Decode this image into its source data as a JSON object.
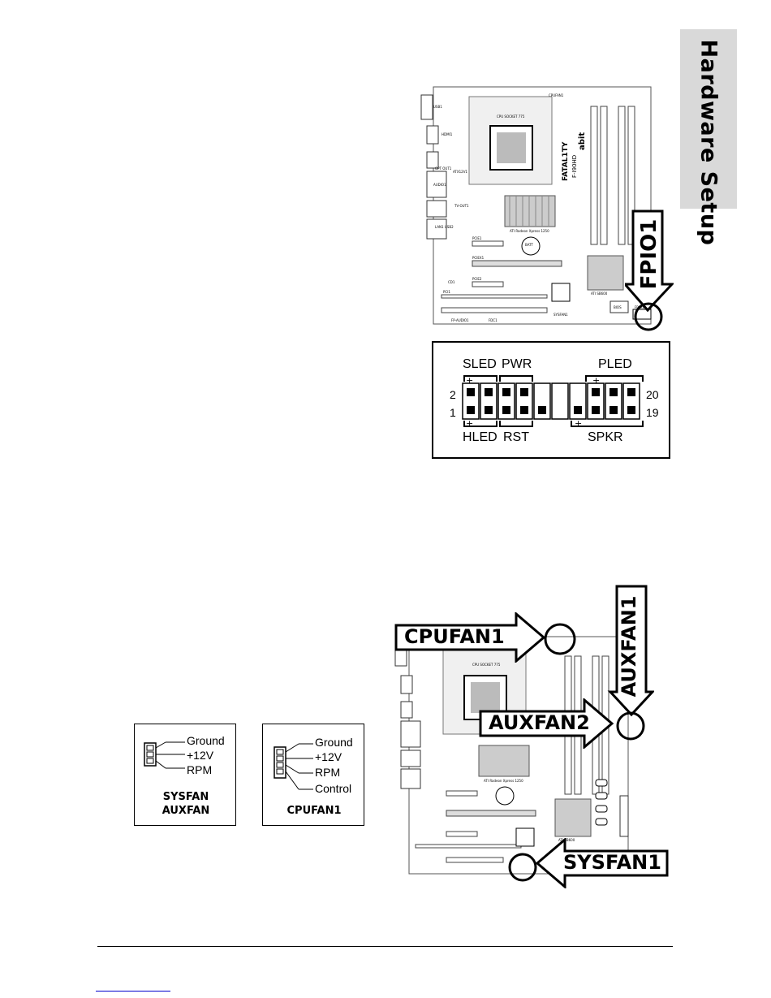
{
  "side_tab": {
    "label": "Hardware Setup"
  },
  "board_top": {
    "cpu_socket": "CPU SOCKET 775",
    "chipset": "ATI Radeon Xpress 1250",
    "southbridge": "ATI SB600",
    "battery": "BATT",
    "brand_vertical": "FATAL1TY",
    "model_vertical": "F-I90HD",
    "logo": "abit",
    "labels": [
      "USB1",
      "HDMI1",
      "OPT OUT1",
      "ATX12V1",
      "AUDIO1",
      "TV-OUT1",
      "LAN1 USB2",
      "PCIE1",
      "PCIEX1",
      "PCIE2",
      "PCI1",
      "FDC1",
      "CPUFAN1",
      "FP-AUDIO1",
      "CD1",
      "BIOS",
      "FPIO1",
      "SYSFAN1"
    ]
  },
  "callout_fpio1": {
    "label": "FPIO1"
  },
  "fpio_diagram": {
    "top_labels": [
      "SLED",
      "PWR",
      "PLED"
    ],
    "bottom_labels": [
      "HLED",
      "RST",
      "SPKR"
    ],
    "pin_left_top": "2",
    "pin_left_bottom": "1",
    "pin_right_top": "20",
    "pin_right_bottom": "19",
    "plus": "+"
  },
  "sysfan_diagram": {
    "pins": [
      "Ground",
      "+12V",
      "RPM"
    ],
    "caption_line1": "SYSFAN",
    "caption_line2": "AUXFAN"
  },
  "cpufan_diagram": {
    "pins": [
      "Ground",
      "+12V",
      "RPM",
      "Control"
    ],
    "caption": "CPUFAN1"
  },
  "board_bottom": {
    "cpu_socket": "CPU SOCKET 775",
    "chipset": "ATI Radeon Xpress 1250",
    "southbridge": "ATI SB600"
  },
  "callouts_bottom": {
    "cpufan": "CPUFAN1",
    "auxfan1": "AUXFAN1",
    "auxfan2": "AUXFAN2",
    "sysfan": "SYSFAN1"
  },
  "colors": {
    "tab_bg": "#d9d9d9",
    "ink": "#000000"
  }
}
